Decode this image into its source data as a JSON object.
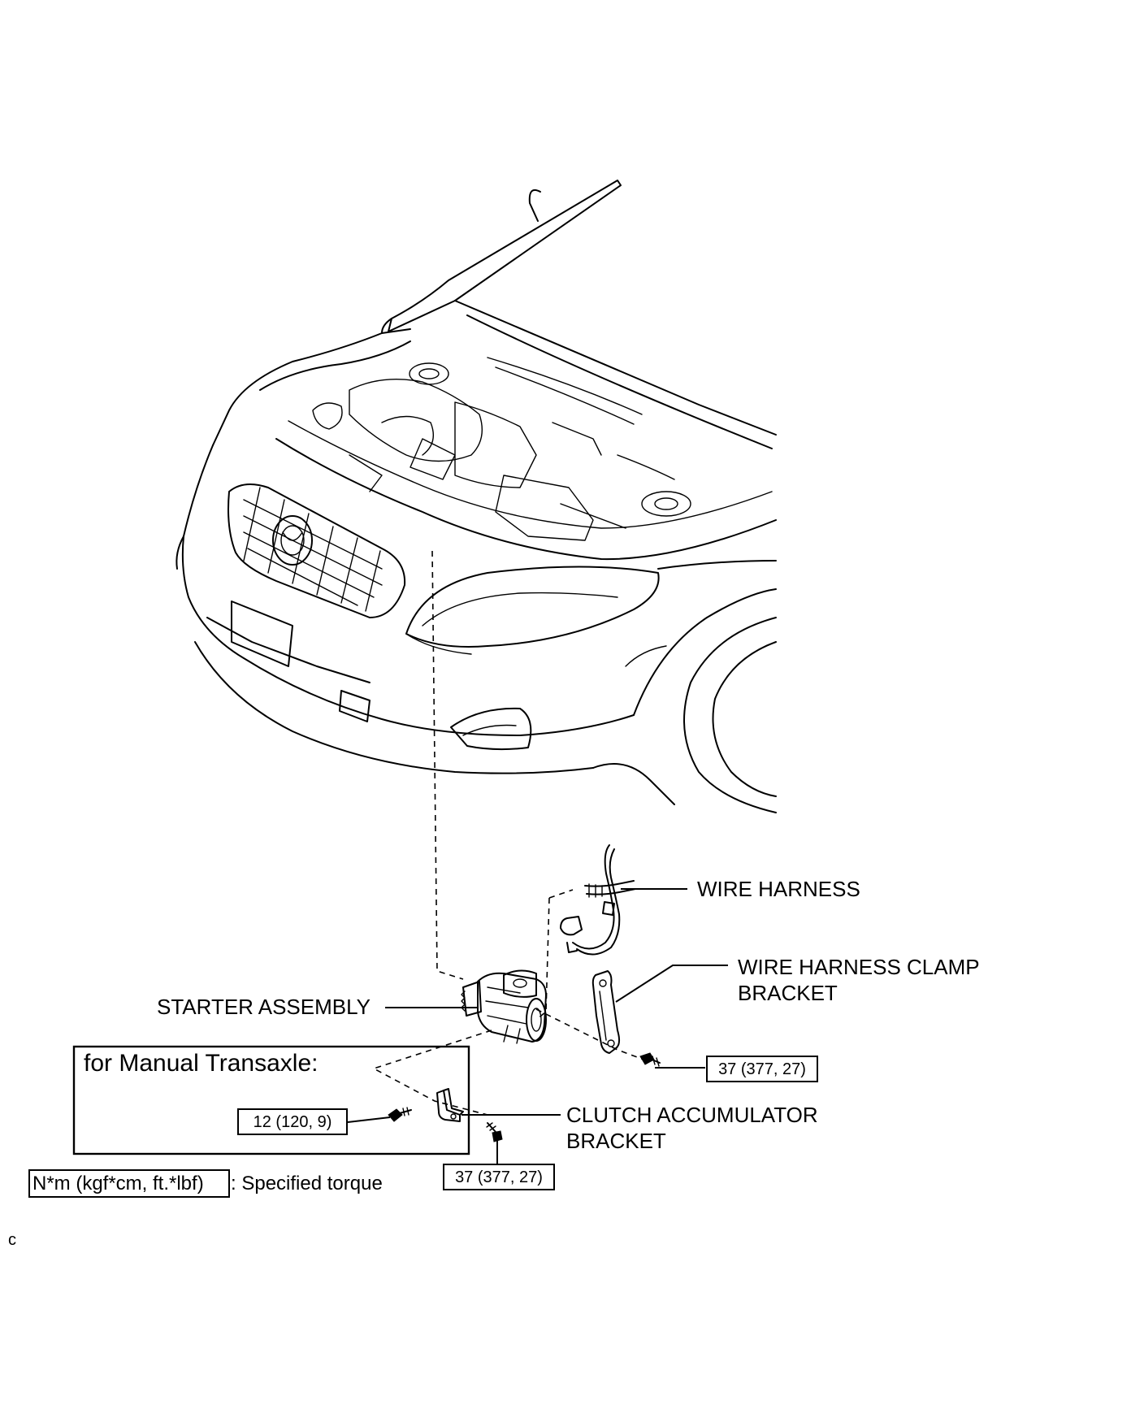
{
  "labels": {
    "wire_harness": "WIRE HARNESS",
    "clamp_bracket_line1": "WIRE HARNESS CLAMP",
    "clamp_bracket_line2": "BRACKET",
    "starter_assembly": "STARTER ASSEMBLY",
    "manual_transaxle": "for Manual Transaxle:",
    "clutch_bracket_line1": "CLUTCH ACCUMULATOR",
    "clutch_bracket_line2": "BRACKET"
  },
  "torques": {
    "clamp_bolt": "37 (377, 27)",
    "clutch_bolt_small": "12 (120, 9)",
    "clutch_bolt_large": "37 (377, 27)"
  },
  "legend": {
    "unit_box": "N*m (kgf*cm, ft.*lbf)",
    "description": ": Specified torque"
  },
  "footer_code": "c"
}
